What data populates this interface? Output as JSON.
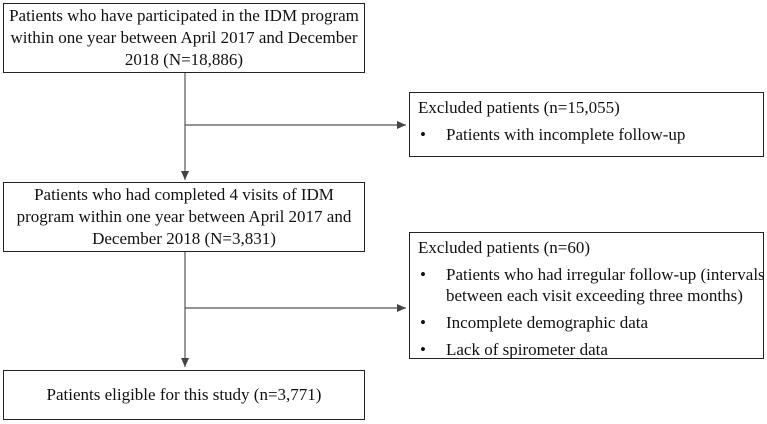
{
  "boxes": {
    "initial": {
      "lines": [
        "Patients who have participated in the IDM program",
        "within one year between April 2017 and December",
        "2018 (N=18,886)"
      ]
    },
    "exclusion1": {
      "title": "Excluded patients (n=15,055)",
      "bullet_symbol": "•",
      "bullets": [
        {
          "lines": [
            "Patients with incomplete follow-up"
          ]
        }
      ]
    },
    "completed": {
      "lines": [
        "Patients who had completed 4 visits of IDM",
        "program within one year between April 2017 and",
        "December 2018 (N=3,831)"
      ]
    },
    "exclusion2": {
      "title": "Excluded patients (n=60)",
      "bullet_symbol": "•",
      "bullets": [
        {
          "lines": [
            "Patients who had irregular follow-up (intervals",
            "between each visit exceeding three months)"
          ]
        },
        {
          "lines": [
            "Incomplete demographic data"
          ]
        },
        {
          "lines": [
            "Lack of spirometer data"
          ]
        }
      ]
    },
    "eligible": {
      "lines": [
        "Patients eligible for this study (n=3,771)"
      ]
    }
  }
}
